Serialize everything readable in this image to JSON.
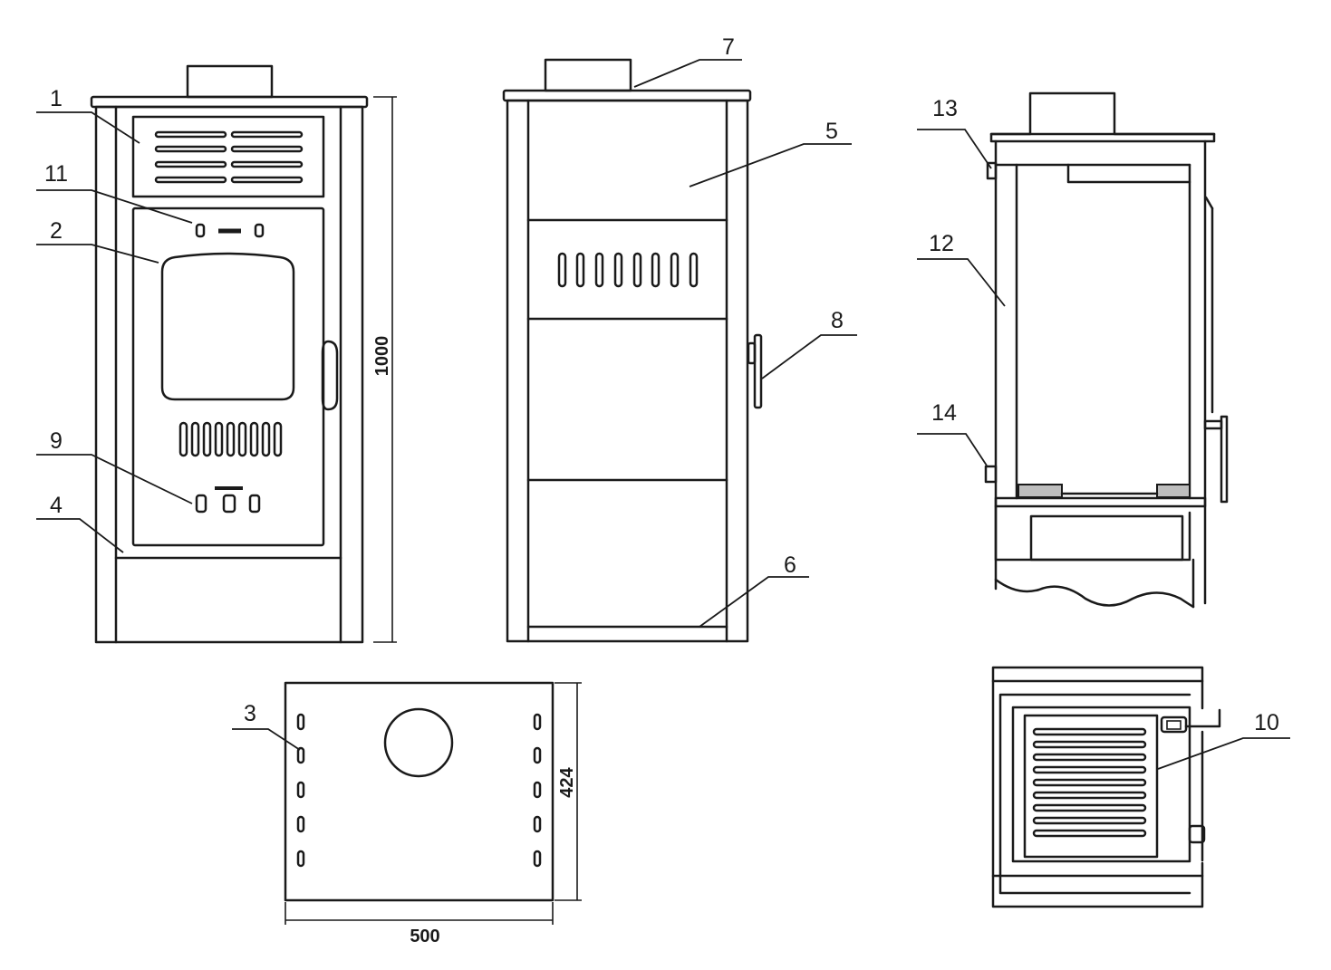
{
  "callouts": {
    "c1": "1",
    "c2": "2",
    "c3": "3",
    "c4": "4",
    "c5": "5",
    "c6": "6",
    "c7": "7",
    "c8": "8",
    "c9": "9",
    "c10": "10",
    "c11": "11",
    "c12": "12",
    "c13": "13",
    "c14": "14"
  },
  "dimensions": {
    "height": "1000",
    "depth": "424",
    "width": "500"
  }
}
